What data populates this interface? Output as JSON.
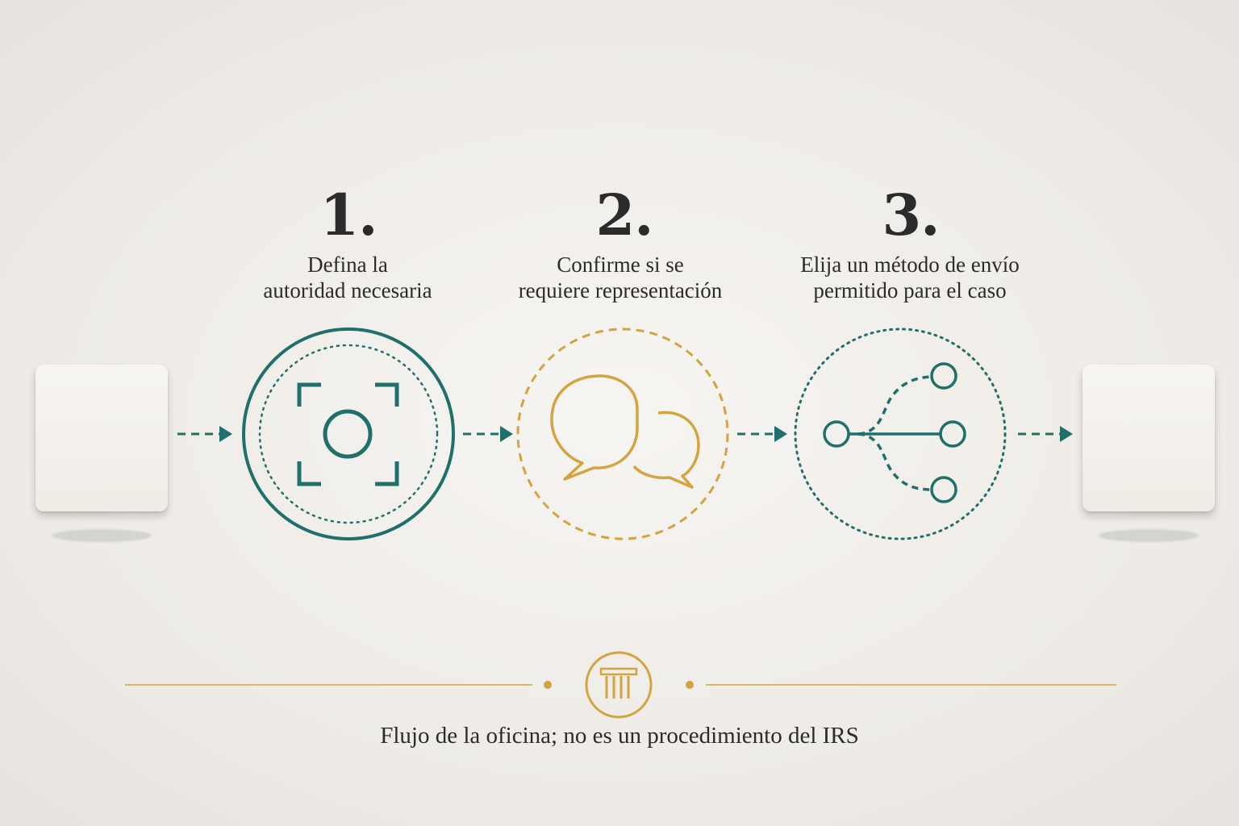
{
  "steps": [
    {
      "number": "1.",
      "line1": "Defina la",
      "line2": "autoridad necesaria",
      "icon": "focus-target-icon",
      "accent": "#1f6f6b"
    },
    {
      "number": "2.",
      "line1": "Confirme si se",
      "line2": "requiere representación",
      "icon": "chat-bubbles-icon",
      "accent": "#d3a440"
    },
    {
      "number": "3.",
      "line1": "Elija un método de envío",
      "line2": "permitido para el caso",
      "icon": "branching-options-icon",
      "accent": "#1f6f6b"
    }
  ],
  "footer": {
    "note": "Flujo de la oficina; no es un procedimiento del IRS",
    "icon": "column-pillar-icon"
  },
  "colors": {
    "teal": "#1f6f6b",
    "gold": "#d3a440",
    "background": "#f2efea"
  }
}
